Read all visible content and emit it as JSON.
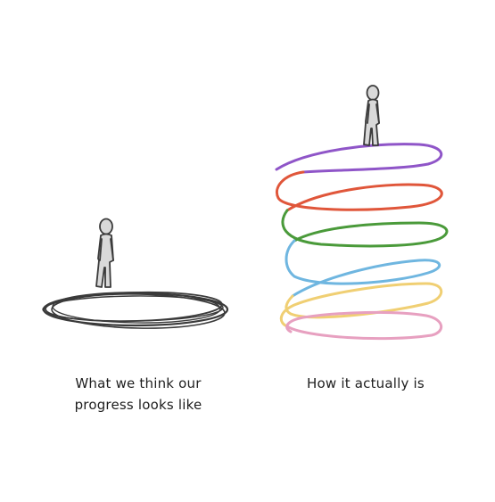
{
  "left_panel": {
    "caption_line1": "What we think our",
    "caption_line2": "progress looks like",
    "ring_color": "#3a3a3a"
  },
  "right_panel": {
    "caption": "How it actually is",
    "spiral_colors": [
      "#8f55c8",
      "#e0563a",
      "#4a9a3a",
      "#6fb6e0",
      "#f0cf73",
      "#e7a0c0"
    ]
  },
  "figure": {
    "fill": "#d9d9d9",
    "outline": "#3b3b3b"
  }
}
